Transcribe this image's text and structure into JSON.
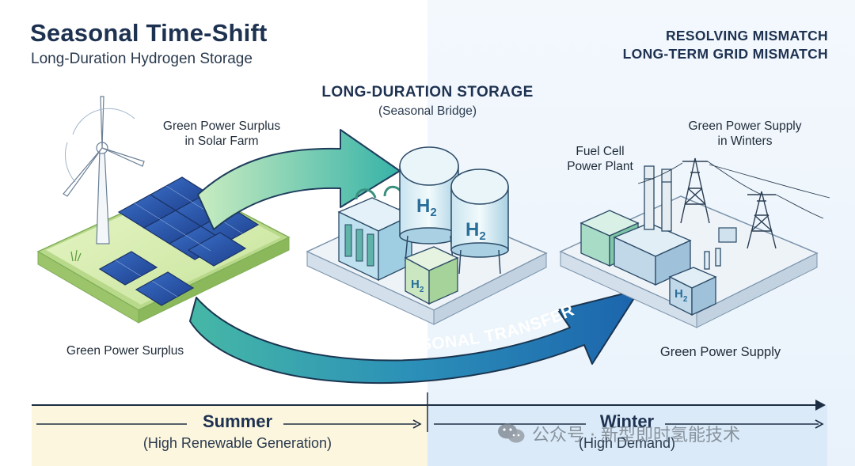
{
  "header": {
    "title": "Seasonal Time-Shift",
    "subtitle": "Long-Duration Hydrogen Storage",
    "right_line1": "RESOLVING MISMATCH",
    "right_line2": "LONG-TERM GRID MISMATCH"
  },
  "storage": {
    "heading": "LONG-DURATION STORAGE",
    "subheading": "(Seasonal Bridge)",
    "tank_label": "H2"
  },
  "left": {
    "top_label_1": "Green Power Surplus",
    "top_label_2": "in Solar Farm",
    "bottom_label": "Green Power Surplus"
  },
  "right": {
    "fuel_cell_1": "Fuel Cell",
    "fuel_cell_2": "Power Plant",
    "supply_1": "Green Power Supply",
    "supply_2": "in Winters",
    "bottom_label": "Green Power Supply"
  },
  "arrow_text": "GREEN ENERGY SEASONAL TRANSFER",
  "timeline": {
    "summer": {
      "name": "Summer",
      "desc": "(High Renewable Generation)"
    },
    "winter": {
      "name": "Winter",
      "desc": "(High Demand)"
    }
  },
  "watermark": {
    "text": "公众号 · 新型即时氢能技术",
    "icon": "wechat-icon"
  },
  "colors": {
    "title": "#1d3150",
    "arrow_start": "#8fd6b0",
    "arrow_end": "#1f6fb0",
    "summer_band": "#fdf6df",
    "winter_band": "#dbeaf8"
  }
}
